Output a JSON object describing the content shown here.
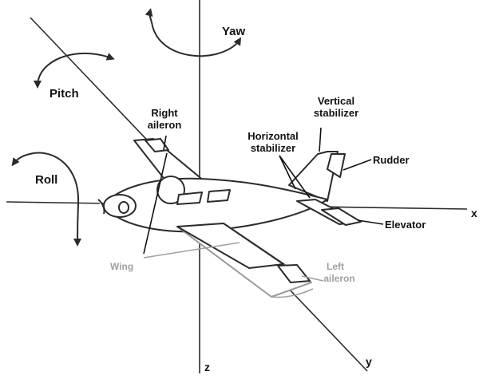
{
  "rotations": {
    "yaw": "Yaw",
    "pitch": "Pitch",
    "roll": "Roll"
  },
  "axes": {
    "x": "x",
    "y": "y",
    "z": "z"
  },
  "parts": {
    "right_aileron": [
      "Right",
      "aileron"
    ],
    "vertical_stabilizer": [
      "Vertical",
      "stabilizer"
    ],
    "horizontal_stabilizer": [
      "Horizontal",
      "stabilizer"
    ],
    "rudder": "Rudder",
    "elevator": "Elevator",
    "wing": "Wing",
    "left_aileron": [
      "Left",
      "aileron"
    ]
  },
  "colors": {
    "line": "#2b2b2b",
    "gray_label": "#a0a0a0"
  }
}
